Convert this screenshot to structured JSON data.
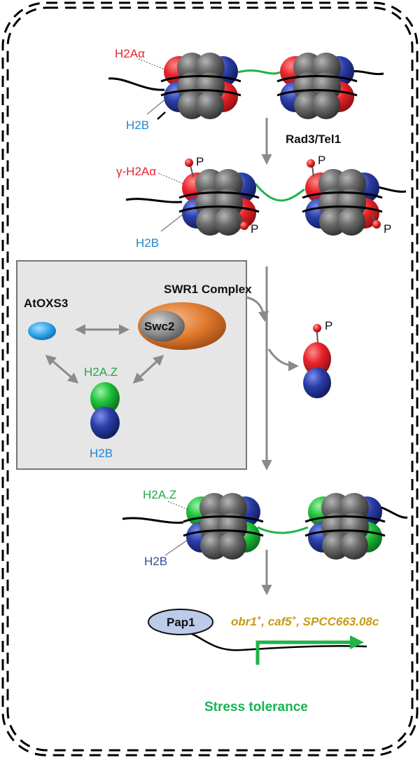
{
  "colors": {
    "h2a": "#e8232a",
    "h2b_blue": "#2b3fa8",
    "h2az": "#1fa84a",
    "label_blue": "#1e88d0",
    "label_navy": "#2f4f9e",
    "gene_gold": "#c99a10",
    "stress_green": "#18b455",
    "swr1_orange": "#e07a2e",
    "atoxs3_blue": "#2aa0e6",
    "pap1_fill": "#bccbea",
    "arrow_grey": "#8a8a8a",
    "panel_fill": "#e6e6e6"
  },
  "labels": {
    "h2a_alpha": "H2Aα",
    "h2b_1": "H2B",
    "kinase": "Rad3/Tel1",
    "gamma_h2a": "γ-H2Aα",
    "h2b_2": "H2B",
    "p_mark": "P",
    "atoxs3": "AtOXS3",
    "swr1": "SWR1 Complex",
    "swc2": "Swc2",
    "h2az_panel": "H2A.Z",
    "h2b_panel": "H2B",
    "h2az_bottom": "H2A.Z",
    "h2b_bottom": "H2B",
    "pap1": "Pap1",
    "genes": {
      "obr1": "obr1",
      "sup1": "+",
      "sep1": ", ",
      "caf5": "caf5",
      "sup2": "+",
      "sep2": ", ",
      "spcc": "SPCC663.08c"
    },
    "stress": "Stress tolerance"
  },
  "icons": [
    "nucleosome-icon",
    "phosphate-icon",
    "promoter-arrow-icon",
    "bidirectional-arrow-icon"
  ]
}
